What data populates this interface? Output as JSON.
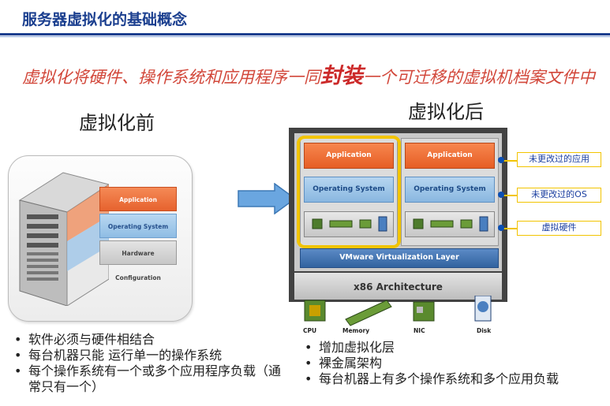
{
  "title": "服务器虚拟化的基础概念",
  "intro": {
    "before": "虚拟化将硬件、操作系统和应用程序一同",
    "emphasis": "封装",
    "after": "一个可迁移的虚拟机档案文件中"
  },
  "before": {
    "heading": "虚拟化前",
    "stack": {
      "app": "Application",
      "os": "Operating System",
      "hw": "Hardware Configuration"
    },
    "bullets": [
      "软件必须与硬件相结合",
      "每台机器只能 运行单一的操作系统",
      "每个操作系统有一个或多个应用程序负载（通常只有一个）"
    ]
  },
  "after": {
    "heading": "虚拟化后",
    "vm1": {
      "app": "Application",
      "os": "Operating System"
    },
    "vm2": {
      "app": "Application",
      "os": "Operating System"
    },
    "vm_layer": "VMware Virtualization Layer",
    "arch": "x86 Architecture",
    "components": [
      "CPU",
      "Memory",
      "NIC",
      "Disk"
    ],
    "callouts": [
      "未更改过的应用",
      "未更改过的OS",
      "虚拟硬件"
    ],
    "bullets": [
      "增加虚拟化层",
      "裸金属架构",
      "每台机器上有多个操作系统和多个应用负载"
    ]
  },
  "colors": {
    "title": "#1b3f8f",
    "intro": "#d2473a",
    "app": "#e6622e",
    "os": "#8fbde4",
    "vm_layer": "#32639f",
    "highlight": "#f2c400",
    "callout_text": "#1b3fa0"
  }
}
